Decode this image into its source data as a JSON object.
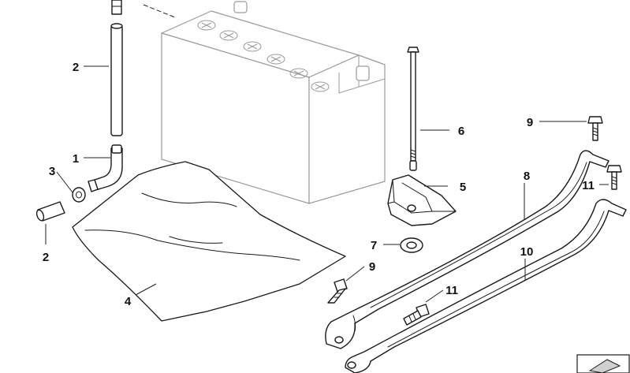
{
  "parts": [
    {
      "id": "part-1",
      "number": "1"
    },
    {
      "id": "part-2-upper",
      "number": "2"
    },
    {
      "id": "part-2-lower",
      "number": "2"
    },
    {
      "id": "part-3",
      "number": "3"
    },
    {
      "id": "part-4",
      "number": "4"
    },
    {
      "id": "part-5",
      "number": "5"
    },
    {
      "id": "part-6",
      "number": "6"
    },
    {
      "id": "part-7",
      "number": "7"
    },
    {
      "id": "part-8",
      "number": "8"
    },
    {
      "id": "part-9-upper",
      "number": "9"
    },
    {
      "id": "part-9-lower",
      "number": "9"
    },
    {
      "id": "part-10",
      "number": "10"
    },
    {
      "id": "part-11-upper",
      "number": "11"
    },
    {
      "id": "part-11-lower",
      "number": "11"
    }
  ],
  "colors": {
    "line": "#1a1a1a",
    "battery_outline": "#9a9a9a",
    "background": "#ffffff"
  }
}
